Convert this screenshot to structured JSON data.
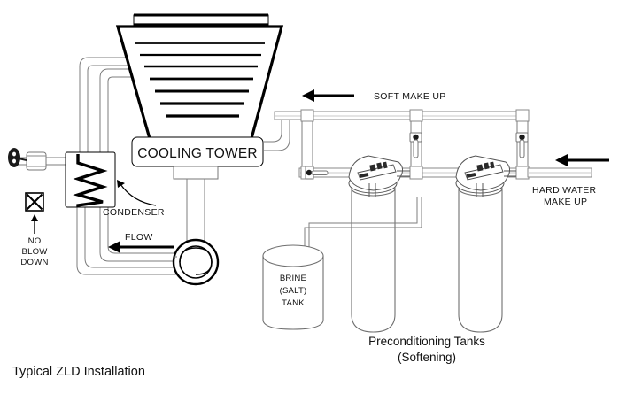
{
  "diagram": {
    "title": "Typical ZLD Installation",
    "equipment": {
      "cooling_tower_label": "COOLING TOWER",
      "condenser_label": "CONDENSER",
      "brine_tank_label_line1": "BRINE",
      "brine_tank_label_line2": "(SALT)",
      "brine_tank_label_line3": "TANK",
      "preconditioning_label_line1": "Preconditioning Tanks",
      "preconditioning_label_line2": "(Softening)"
    },
    "flow_labels": {
      "soft_make_up": "SOFT MAKE UP",
      "hard_water_make_up_line1": "HARD WATER",
      "hard_water_make_up_line2": "MAKE UP",
      "flow": "FLOW",
      "no_blow_down_line1": "NO",
      "no_blow_down_line2": "BLOW",
      "no_blow_down_line3": "DOWN"
    },
    "colors": {
      "ink": "#000000",
      "pipe_stroke": "#7d7d7d",
      "paper": "#ffffff"
    }
  }
}
